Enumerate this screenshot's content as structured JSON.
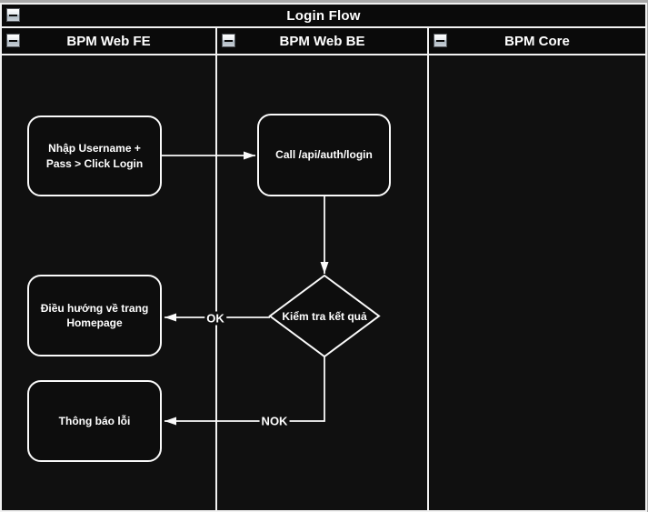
{
  "colors": {
    "canvas_bg": "#a9a9a9",
    "pool_bg": "#101010",
    "header_bg": "#0a0a0a",
    "node_fill": "#0d0d0d",
    "stroke": "#f2f2f2",
    "text": "#ffffff"
  },
  "pool": {
    "title": "Login Flow",
    "lanes": [
      {
        "label": "BPM Web FE"
      },
      {
        "label": "BPM Web BE"
      },
      {
        "label": "BPM Core"
      }
    ]
  },
  "nodes": {
    "enter_credentials": {
      "label": "Nhập Username + Pass > Click Login",
      "lane": "BPM Web FE",
      "type": "rounded-rect"
    },
    "call_login_api": {
      "label": "Call /api/auth/login",
      "lane": "BPM Web BE",
      "type": "rounded-rect"
    },
    "check_result": {
      "label": "Kiểm tra kết quả",
      "lane": "BPM Web BE",
      "type": "decision-diamond"
    },
    "navigate_homepage": {
      "label": "Điều hướng về trang Homepage",
      "lane": "BPM Web FE",
      "type": "rounded-rect"
    },
    "error_message": {
      "label": "Thông báo lỗi",
      "lane": "BPM Web FE",
      "type": "rounded-rect"
    }
  },
  "edges": [
    {
      "from": "enter_credentials",
      "to": "call_login_api",
      "label": ""
    },
    {
      "from": "call_login_api",
      "to": "check_result",
      "label": ""
    },
    {
      "from": "check_result",
      "to": "navigate_homepage",
      "label": "OK"
    },
    {
      "from": "check_result",
      "to": "error_message",
      "label": "NOK"
    }
  ]
}
